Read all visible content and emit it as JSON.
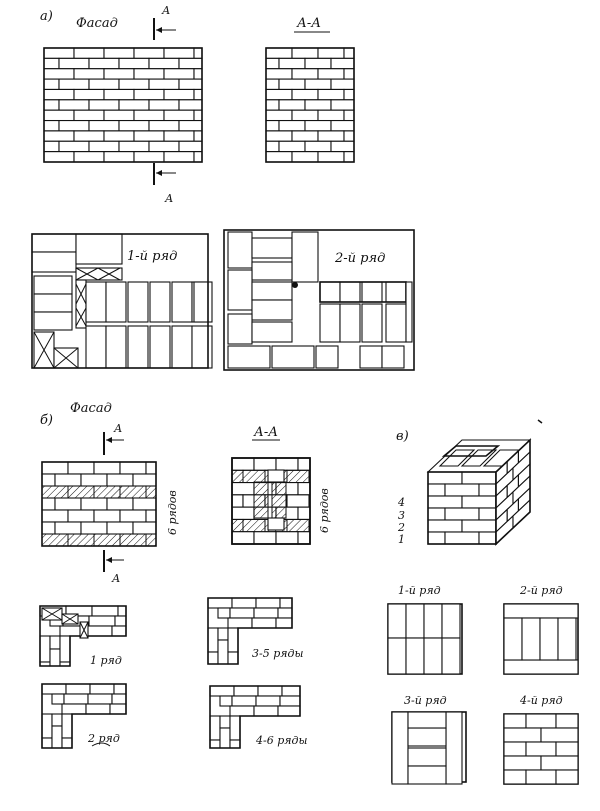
{
  "section_a": {
    "letter": "а)",
    "facade_label": "Фасад",
    "section_label": "А-А",
    "cut_marker": "А",
    "row1_label": "1-й ряд",
    "row2_label": "2-й ряд"
  },
  "section_b": {
    "letter": "б)",
    "facade_label": "Фасад",
    "section_label": "А-А",
    "cut_marker": "А",
    "rows_side_label": "6 рядов",
    "row_labels": [
      "1 ряд",
      "2 ряд",
      "3-5 ряды",
      "4-6 ряды"
    ]
  },
  "section_v": {
    "letter": "в)",
    "course_numbers": [
      "4",
      "3",
      "2",
      "1"
    ],
    "row_labels": [
      "1-й ряд",
      "2-й ряд",
      "3-й ряд",
      "4-й ряд"
    ]
  }
}
